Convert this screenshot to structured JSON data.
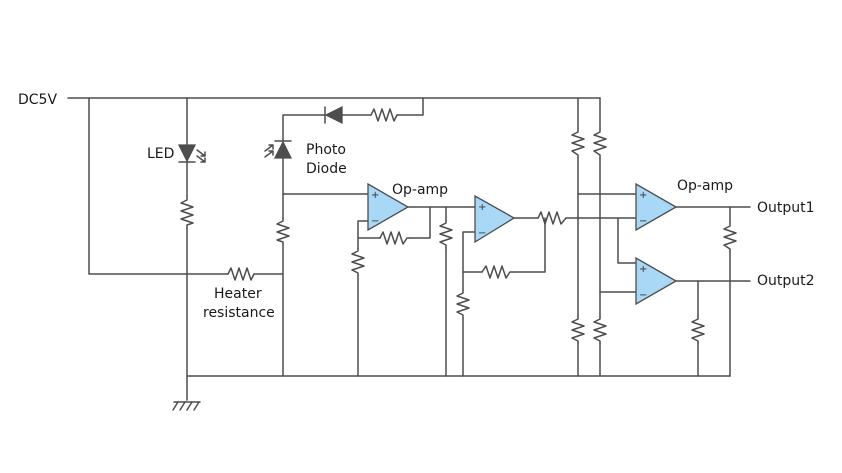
{
  "labels": {
    "dc": "DC5V",
    "led": "LED",
    "photo_line1": "Photo",
    "photo_line2": "Diode",
    "opamp_top": "Op-amp",
    "opamp_right": "Op-amp",
    "output1": "Output1",
    "output2": "Output2",
    "heater_line1": "Heater",
    "heater_line2": "resistance"
  },
  "opamp_signs": {
    "plus": "+",
    "minus": "−"
  }
}
